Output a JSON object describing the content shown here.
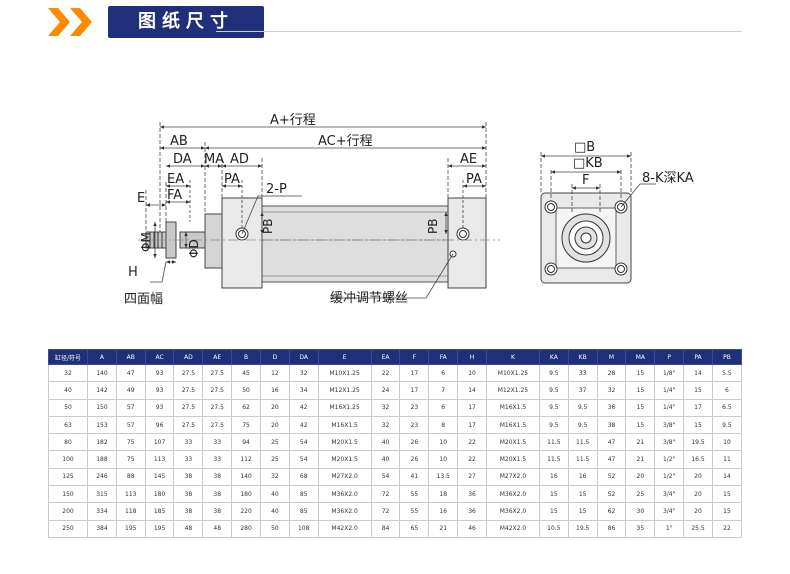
{
  "header": {
    "title": "图纸尺寸",
    "accent": "#ff8a00",
    "brand": "#1f2f7a"
  },
  "drawing": {
    "side_labels": {
      "A": "A+行程",
      "AC": "AC+行程",
      "AB": "AB",
      "DA": "DA",
      "MA": "MA",
      "AD": "AD",
      "AE": "AE",
      "PA_left": "PA",
      "PA_right": "PA",
      "P": "2-P",
      "PB_left": "PB",
      "PB_right": "PB",
      "E": "E",
      "EA": "EA",
      "FA": "FA",
      "PhiM": "ΦM",
      "PhiD": "ΦD",
      "H": "H",
      "four_face": "四面幅",
      "tie_rod": "缓冲调节螺丝"
    },
    "end_labels": {
      "B": "□B",
      "KB": "□KB",
      "F": "F",
      "K": "8-K深KA"
    }
  },
  "table": {
    "headers": [
      "缸径/符号",
      "A",
      "AB",
      "AC",
      "AD",
      "AE",
      "B",
      "D",
      "DA",
      "E",
      "EA",
      "F",
      "FA",
      "H",
      "K",
      "KA",
      "KB",
      "M",
      "MA",
      "P",
      "PA",
      "PB"
    ],
    "rows": [
      [
        "32",
        "140",
        "47",
        "93",
        "27.5",
        "27.5",
        "45",
        "12",
        "32",
        "M10X1.25",
        "22",
        "17",
        "6",
        "10",
        "M10X1.25",
        "9.5",
        "33",
        "28",
        "15",
        "1/8\"",
        "14",
        "5.5"
      ],
      [
        "40",
        "142",
        "49",
        "93",
        "27.5",
        "27.5",
        "50",
        "16",
        "34",
        "M12X1.25",
        "24",
        "17",
        "7",
        "14",
        "M12X1.25",
        "9.5",
        "37",
        "32",
        "15",
        "1/4\"",
        "15",
        "6"
      ],
      [
        "50",
        "150",
        "57",
        "93",
        "27.5",
        "27.5",
        "62",
        "20",
        "42",
        "M16X1.25",
        "32",
        "23",
        "6",
        "17",
        "M16X1.5",
        "9.5",
        "9.5",
        "36",
        "15",
        "1/4\"",
        "17",
        "6.5"
      ],
      [
        "63",
        "153",
        "57",
        "96",
        "27.5",
        "27.5",
        "75",
        "20",
        "42",
        "M16X1.5",
        "32",
        "23",
        "8",
        "17",
        "M16X1.5",
        "9.5",
        "9.5",
        "38",
        "15",
        "3/8\"",
        "15",
        "9.5"
      ],
      [
        "80",
        "182",
        "75",
        "107",
        "33",
        "33",
        "94",
        "25",
        "54",
        "M20X1.5",
        "40",
        "26",
        "10",
        "22",
        "M20X1.5",
        "11.5",
        "11.5",
        "47",
        "21",
        "3/8\"",
        "19.5",
        "10"
      ],
      [
        "100",
        "188",
        "75",
        "113",
        "33",
        "33",
        "112",
        "25",
        "54",
        "M20X1.5",
        "40",
        "26",
        "10",
        "22",
        "M20X1.5",
        "11.5",
        "11.5",
        "47",
        "21",
        "1/2\"",
        "16.5",
        "11"
      ],
      [
        "125",
        "246",
        "88",
        "145",
        "38",
        "38",
        "140",
        "32",
        "68",
        "M27X2.0",
        "54",
        "41",
        "13.5",
        "27",
        "M27X2.0",
        "16",
        "16",
        "52",
        "20",
        "1/2\"",
        "20",
        "14"
      ],
      [
        "150",
        "315",
        "113",
        "180",
        "38",
        "38",
        "180",
        "40",
        "85",
        "M36X2.0",
        "72",
        "55",
        "18",
        "36",
        "M36X2.0",
        "15",
        "15",
        "52",
        "25",
        "3/4\"",
        "20",
        "15"
      ],
      [
        "200",
        "334",
        "118",
        "185",
        "38",
        "38",
        "220",
        "40",
        "85",
        "M36X2.0",
        "72",
        "55",
        "16",
        "36",
        "M36X2.0",
        "15",
        "15",
        "62",
        "30",
        "3/4\"",
        "20",
        "15"
      ],
      [
        "250",
        "384",
        "195",
        "195",
        "48",
        "48",
        "280",
        "50",
        "108",
        "M42X2.0",
        "84",
        "65",
        "21",
        "46",
        "M42X2.0",
        "10.5",
        "19.5",
        "86",
        "35",
        "1\"",
        "25.5",
        "22"
      ]
    ]
  }
}
